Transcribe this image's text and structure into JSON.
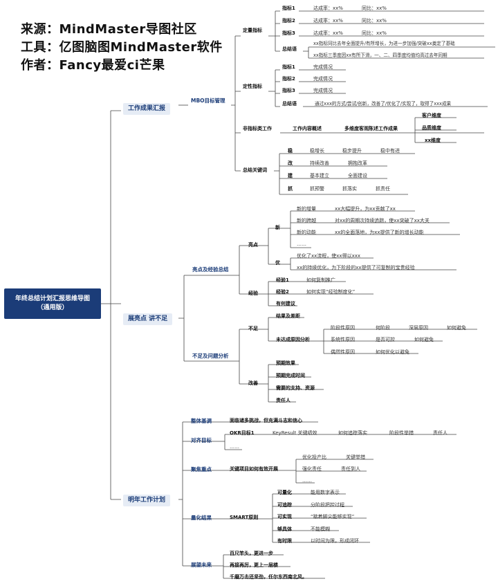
{
  "header": {
    "line1": "来源：MindMaster导图社区",
    "line2": "工具：亿图脑图MindMaster软件",
    "line3": "作者：Fancy最爱ci芒果"
  },
  "root": {
    "line1": "年终总结计划汇报思维导图",
    "line2": "（通用版）"
  },
  "branches": {
    "work": {
      "label": "工作成果汇报",
      "mbo": "MBO目标管理",
      "quant": {
        "label": "定量指标",
        "rows": [
          {
            "k": "指标1",
            "a": "达成率：xx%",
            "b": "同比：xx%"
          },
          {
            "k": "指标2",
            "a": "达成率：xx%",
            "b": "同比：xx%"
          },
          {
            "k": "指标3",
            "a": "达成率：xx%",
            "b": "同比：xx%"
          }
        ],
        "summary": "总结语",
        "s1": "xx指标同比去年全面提升/有所增长，为进一步加强/突破xx奠定了基础",
        "s2": "xx指标三季度因xx有所下滑，一、二、四季度均值均高过去年同期"
      },
      "qual": {
        "label": "定性指标",
        "rows": [
          {
            "k": "指标1",
            "a": "完成情况"
          },
          {
            "k": "指标2",
            "a": "完成情况"
          },
          {
            "k": "指标3",
            "a": "完成情况"
          }
        ],
        "summary": "总结语",
        "s1": "通过xxx的方式/尝试/创新，改善了/优化了/实现了，取得了xxx成果"
      },
      "nonindex": {
        "label": "非指标类工作",
        "c1": "工作内容概述",
        "c2": "多维度客观陈述工作成果",
        "dims": [
          "客户维度",
          "品质维度",
          "xx维度"
        ]
      },
      "keywords": {
        "label": "总结关键词",
        "rows": [
          {
            "k": "稳",
            "a": "稳增长",
            "b": "稳步提升",
            "c": "稳中有进"
          },
          {
            "k": "改",
            "a": "持续改善",
            "b": "拥抱改革",
            "c": ""
          },
          {
            "k": "建",
            "a": "基本建立",
            "b": "全面建设",
            "c": ""
          },
          {
            "k": "抓",
            "a": "抓预警",
            "b": "抓落实",
            "c": "抓责任"
          }
        ]
      }
    },
    "show": {
      "label": "展亮点 讲不足",
      "highlights": {
        "label": "亮点及经验总结",
        "points": "亮点",
        "new": "新",
        "new_rows": [
          {
            "a": "新的增量",
            "b": "xx大幅提升，为xx贡献了xx"
          },
          {
            "a": "新的跨越",
            "b": "对xx的周期次持续追踪，使xx突破了xx大关"
          },
          {
            "a": "新的动能",
            "b": "xx的全面落地，为xx提供了新的增长动能"
          },
          {
            "a": "……",
            "b": ""
          }
        ],
        "opt": "优",
        "opt_rows": [
          "优化了xx流程，使xx得以xxx",
          "xx的持续优化，为下阶段的xx提供了可复制的宝贵经验"
        ],
        "exp": "经验",
        "exp_rows": [
          {
            "k": "经验1",
            "a": "如何复制推广"
          },
          {
            "k": "经验2",
            "a": "如何实现“经验制度化”"
          },
          {
            "k": "有何建议",
            "a": ""
          }
        ]
      },
      "issues": {
        "label": "不足及问题分析",
        "lack": "不足",
        "gap": "结果及差距",
        "reason": "未达成原因分析",
        "reason_rows": [
          [
            "阶段性原因",
            "何阶段",
            "深层原因",
            "如何避免"
          ],
          [
            "系统性原因",
            "是否可控",
            "如何避免"
          ],
          [
            "偶然性原因",
            "如何优化以避免"
          ]
        ],
        "improve": "改善",
        "improve_rows": [
          "预期效果",
          "预期完成时间",
          "需要的支持、资源",
          "责任人"
        ]
      }
    },
    "plan": {
      "label": "明年工作计划",
      "tone": {
        "label": "整体基调",
        "text": "面临诸多挑战，但充满斗志和信心"
      },
      "align": {
        "label": "对齐目标",
        "okr": "OKR目标1",
        "items": [
          "KeyResult 关键绩效",
          "如何追踪落实",
          "阶段性举措",
          "责任人"
        ],
        "more": "……"
      },
      "focus": {
        "label": "聚焦重点",
        "key": "关键项目如何有效开展",
        "rows": [
          [
            "优化投产比",
            "关键举措"
          ],
          [
            "强化责任",
            "责任到人"
          ],
          [
            "……"
          ]
        ]
      },
      "quant": {
        "label": "量化结果",
        "smart": "SMART原则",
        "rows": [
          {
            "k": "可量化",
            "a": "能用数字表示"
          },
          {
            "k": "可追踪",
            "a": "分阶段把控过程"
          },
          {
            "k": "可实现",
            "a": "“踮着脚尖能够实现”"
          },
          {
            "k": "够具体",
            "a": "不能模糊"
          },
          {
            "k": "有时限",
            "a": "以时间为限，形成闭环"
          }
        ]
      },
      "future": {
        "label": "展望未来",
        "rows": [
          "百尺竿头，更进一步",
          "再接再厉，更上一层楼",
          "千磨万击还坚劲，任尔东西南北风。"
        ]
      }
    }
  }
}
